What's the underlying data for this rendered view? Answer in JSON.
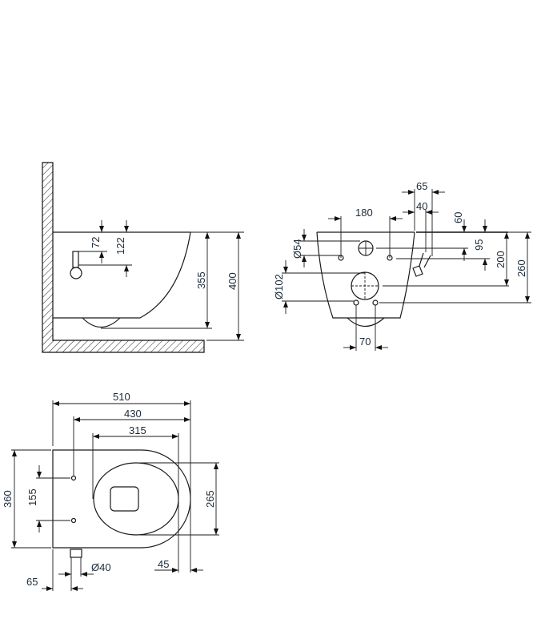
{
  "side_view": {
    "dim_72": "72",
    "dim_122": "122",
    "dim_355": "355",
    "dim_400": "400"
  },
  "front_view": {
    "dim_65": "65",
    "dim_40": "40",
    "dim_180": "180",
    "dim_60": "60",
    "dim_95": "95",
    "dim_200": "200",
    "dim_260": "260",
    "dim_d54": "Ø54",
    "dim_d102": "Ø102",
    "dim_70": "70"
  },
  "top_view": {
    "dim_510": "510",
    "dim_430": "430",
    "dim_315": "315",
    "dim_360": "360",
    "dim_155": "155",
    "dim_265": "265",
    "dim_45": "45",
    "dim_d40": "Ø40",
    "dim_65": "65"
  }
}
